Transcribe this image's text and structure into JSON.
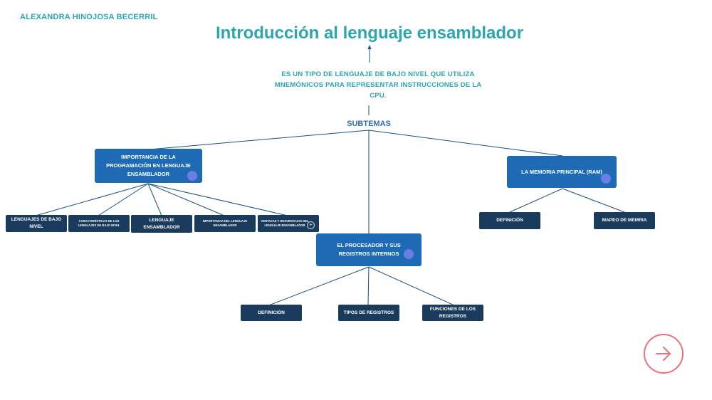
{
  "author": "ALEXANDRA HINOJOSA BECERRIL",
  "title": "Introducción al lenguaje ensamblador",
  "definition": "ES UN TIPO DE LENGUAJE DE BAJO NIVEL QUE UTILIZA MNEMÓNICOS PARA REPRESENTAR INSTRUCCIONES DE LA CPU.",
  "subtemas": "SUBTEMAS",
  "topics": {
    "importancia": {
      "label": "IMPORTANCIA DE LA PROGRAMACIÓN EN LENGUAJE ENSAMBLADOR",
      "children": [
        "LENGUAJES DE BAJO NIVEL",
        "CARACTERÍSTICAS DE LOS LENGUAJES DE BAJO NIVEL",
        "LENGUAJE ENSAMBLADOR",
        "IMPORTANCIA DEL LENGUAJE ENSAMBLADOR",
        "VENTAJAS Y DESVENTAJAS DEL LENGUAJE ENSAMBLADOR"
      ]
    },
    "procesador": {
      "label": "EL PROCESADOR Y SUS REGISTROS INTERNOS",
      "children": [
        "DEFINICIÓN",
        "TIPOS DE REGISTROS",
        "FUNCIONES DE LOS REGISTROS"
      ]
    },
    "memoria": {
      "label": "LA MEMORIA PRINCIPAL (RAM)",
      "children": [
        "DEFINICIÓN",
        "MAPEO DE MEMRIA"
      ]
    }
  },
  "colors": {
    "accent": "#2aa6b0",
    "node_main": "#1f6ab5",
    "node_leaf": "#1a3b5c",
    "connector": "#1d4f7a",
    "next_button": "#e8737e"
  },
  "icons": {
    "next": "arrow-right-icon",
    "expand": "plus-icon"
  }
}
